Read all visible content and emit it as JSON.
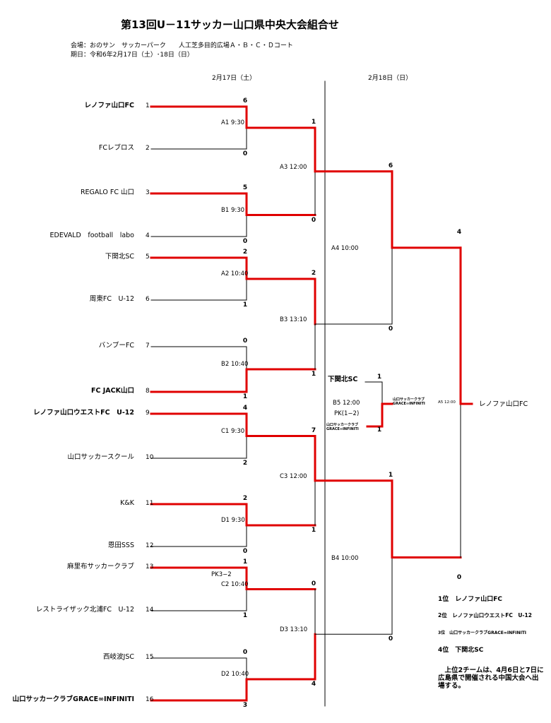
{
  "title": "第13回U－11サッカー山口県中央大会組合せ",
  "venue": "会場：おのサン　サッカーパーク　　人工芝多目的広場Ａ・Ｂ・Ｃ・Ｄコート",
  "period": "期日：令和6年2月17日（土）･18日（日）",
  "day1": "2月17日（土）",
  "day2": "2月18日（日）",
  "colors": {
    "winner_line": "#e00000",
    "line": "#000000"
  },
  "teams": [
    {
      "no": "1",
      "name": "レノファ山口FC",
      "bold": true
    },
    {
      "no": "2",
      "name": "FCレブロス",
      "bold": false
    },
    {
      "no": "3",
      "name": "REGALO FC 山口",
      "bold": false
    },
    {
      "no": "4",
      "name": "EDEVALD　football　labo",
      "bold": false
    },
    {
      "no": "5",
      "name": "下関北SC",
      "bold": false
    },
    {
      "no": "6",
      "name": "周東FC　U-12",
      "bold": false
    },
    {
      "no": "7",
      "name": "バンブーFC",
      "bold": false
    },
    {
      "no": "8",
      "name": "FC JACK山口",
      "bold": true
    },
    {
      "no": "9",
      "name": "レノファ山口ウエストFC　U-12",
      "bold": true
    },
    {
      "no": "10",
      "name": "山口サッカースクール",
      "bold": false
    },
    {
      "no": "11",
      "name": "K&K",
      "bold": false
    },
    {
      "no": "12",
      "name": "恩田SSS",
      "bold": false
    },
    {
      "no": "13",
      "name": "麻里布サッカークラブ",
      "bold": false
    },
    {
      "no": "14",
      "name": "レストライザック北浦FC　U-12",
      "bold": false
    },
    {
      "no": "15",
      "name": "西岐波JSC",
      "bold": false
    },
    {
      "no": "16",
      "name": "山口サッカークラブGRACE∞INFINITI",
      "bold": true
    }
  ],
  "round1": [
    {
      "match": "A1  9:30",
      "top": "6",
      "bottom": "0"
    },
    {
      "match": "B1  9:30",
      "top": "5",
      "bottom": "0"
    },
    {
      "match": "A2 10:40",
      "top": "2",
      "bottom": "1"
    },
    {
      "match": "B2 10:40",
      "top": "0",
      "bottom": "1"
    },
    {
      "match": "C1  9:30",
      "top": "4",
      "bottom": "2"
    },
    {
      "match": "D1  9:30",
      "top": "2",
      "bottom": "0"
    },
    {
      "match": "C2 10:40",
      "top": "1",
      "bottom": "1",
      "pk": "PK3−2"
    },
    {
      "match": "D2 10:40",
      "top": "0",
      "bottom": "3"
    }
  ],
  "round2": [
    {
      "match": "A3 12:00",
      "top": "1",
      "bottom": "0"
    },
    {
      "match": "B3 13:10",
      "top": "2",
      "bottom": "1"
    },
    {
      "match": "C3 12:00",
      "top": "7",
      "bottom": "1"
    },
    {
      "match": "D3 13:10",
      "top": "0",
      "bottom": "4"
    }
  ],
  "semis": [
    {
      "match": "A4 10:00",
      "top": "6",
      "bottom": "0"
    },
    {
      "match": "B4 10:00",
      "top": "1",
      "bottom": "0"
    }
  ],
  "final": {
    "match": "A5 12:00",
    "top": "4",
    "bottom": "0",
    "winner": "レノファ山口FC"
  },
  "third_place": {
    "team_top": "下関北SC",
    "match": "B5 12:00",
    "pk": "PK(1−2)",
    "team_bottom": "山口サッカークラブ\nGRACE∞INFINITI",
    "score_top": "1",
    "score_bottom": "1",
    "winner": "山口サッカークラブ\nGRACE∞INFINITI"
  },
  "results": {
    "first": "1位　レノファ山口FC",
    "second": "2位　レノファ山口ウエストFC　U-12",
    "third": "3位　山口サッカークラブGRACE∞INFINITI",
    "fourth": "4位　下関北SC",
    "note": "　上位2チームは、4月6日と7日に広島県で開催される中国大会へ出場する。"
  }
}
